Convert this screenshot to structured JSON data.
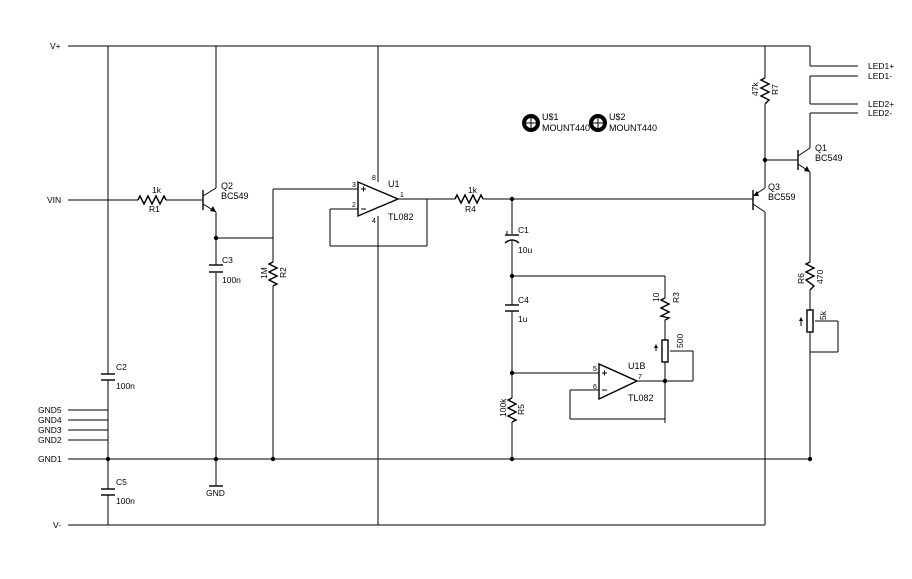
{
  "nets": {
    "vplus": "V+",
    "vin": "VIN",
    "vminus": "V-",
    "gnd5": "GND5",
    "gnd4": "GND4",
    "gnd3": "GND3",
    "gnd2": "GND2",
    "gnd1": "GND1",
    "gnd": "GND",
    "led1p": "LED1+",
    "led1m": "LED1-",
    "led2p": "LED2+",
    "led2m": "LED2-"
  },
  "components": {
    "R1": {
      "name": "R1",
      "value": "1k"
    },
    "R2": {
      "name": "R2",
      "value": "1M"
    },
    "R3": {
      "name": "R3",
      "value": "10"
    },
    "R4": {
      "name": "R4",
      "value": "1k"
    },
    "R5": {
      "name": "R5",
      "value": "100k"
    },
    "R6": {
      "name": "R6",
      "value": "470"
    },
    "R7": {
      "name": "R7",
      "value": "47k"
    },
    "P1": {
      "value": "500"
    },
    "P2": {
      "value": "5k"
    },
    "C1": {
      "name": "C1",
      "value": "10u"
    },
    "C2": {
      "name": "C2",
      "value": "100n"
    },
    "C3": {
      "name": "C3",
      "value": "100n"
    },
    "C4": {
      "name": "C4",
      "value": "1u"
    },
    "C5": {
      "name": "C5",
      "value": "100n"
    },
    "Q1": {
      "name": "Q1",
      "value": "BC549"
    },
    "Q2": {
      "name": "Q2",
      "value": "BC549"
    },
    "Q3": {
      "name": "Q3",
      "value": "BC559"
    },
    "U1": {
      "name": "U1",
      "value": "TL082",
      "pins": {
        "p3": "3",
        "p2": "2",
        "p1": "1",
        "p8": "8",
        "p4": "4"
      }
    },
    "U1B": {
      "name": "U1B",
      "value": "TL082",
      "pins": {
        "p5": "5",
        "p6": "6",
        "p7": "7"
      }
    },
    "US1": {
      "name": "U$1",
      "value": "MOUNT440"
    },
    "US2": {
      "name": "U$2",
      "value": "MOUNT440"
    }
  }
}
